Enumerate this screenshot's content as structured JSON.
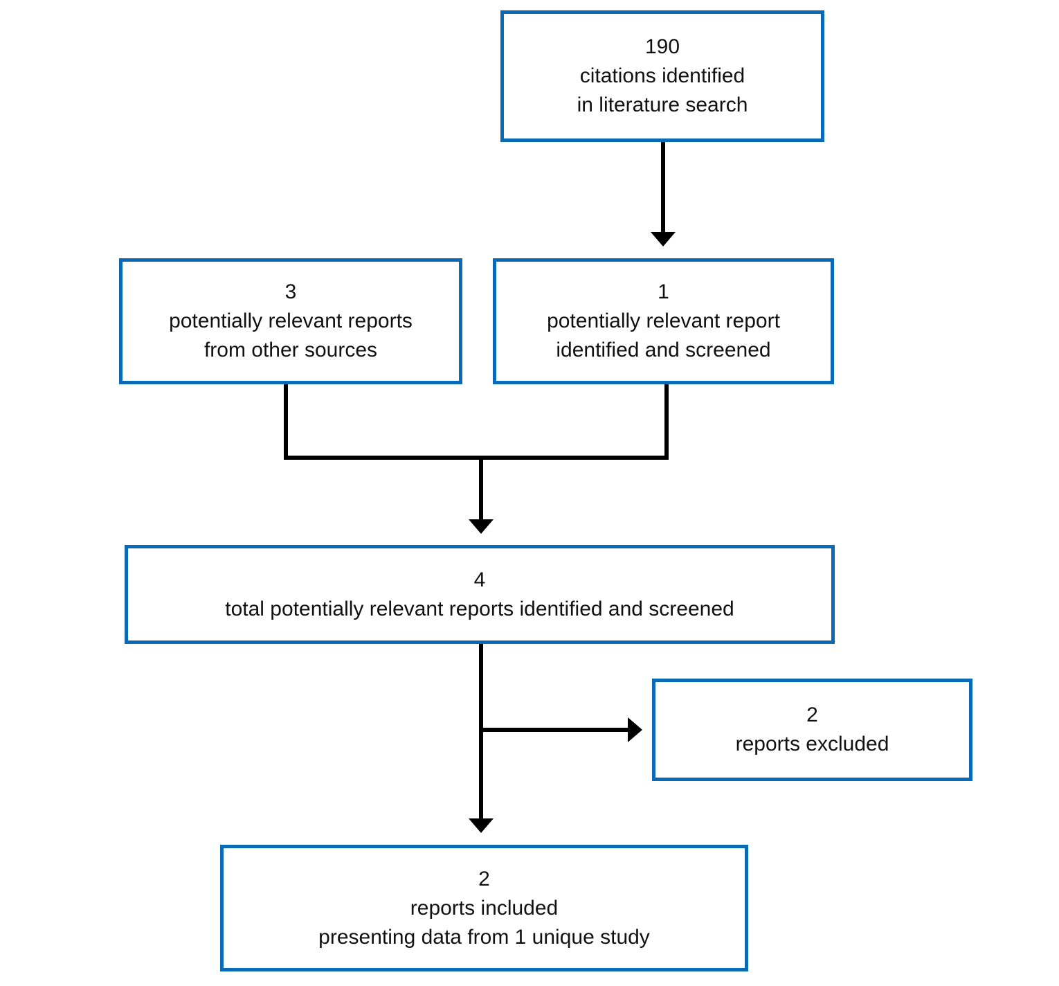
{
  "diagram": {
    "kind": "literature-search-flowchart",
    "colors": {
      "box_border": "#0b6ab6",
      "connector": "#000000",
      "text": "#111111",
      "background": "#ffffff"
    },
    "nodes": {
      "citations": {
        "count": "190",
        "line1": "citations identified",
        "line2": "in literature search"
      },
      "other_sources": {
        "count": "3",
        "line1": "potentially relevant reports",
        "line2": "from other sources"
      },
      "identified_screened": {
        "count": "1",
        "line1": "potentially relevant report",
        "line2": "identified and screened"
      },
      "total_screened": {
        "count": "4",
        "line1": "total potentially relevant reports identified and screened"
      },
      "excluded": {
        "count": "2",
        "line1": "reports excluded"
      },
      "included": {
        "count": "2",
        "line1": "reports included",
        "line2": "presenting data from 1 unique study"
      }
    },
    "edges": [
      {
        "from": "citations",
        "to": "identified_screened"
      },
      {
        "from": "other_sources",
        "to": "total_screened"
      },
      {
        "from": "identified_screened",
        "to": "total_screened"
      },
      {
        "from": "total_screened",
        "to": "excluded"
      },
      {
        "from": "total_screened",
        "to": "included"
      }
    ]
  }
}
